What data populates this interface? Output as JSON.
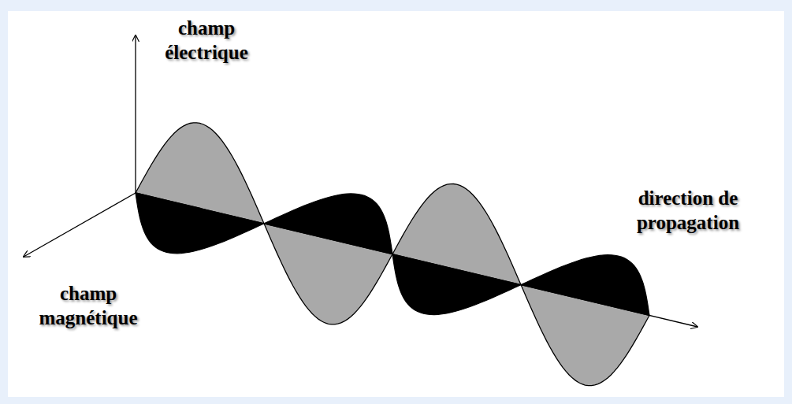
{
  "diagram": {
    "labels": [
      "champ électrique",
      "direction de propagation",
      "champ magnétique"
    ]
  }
}
